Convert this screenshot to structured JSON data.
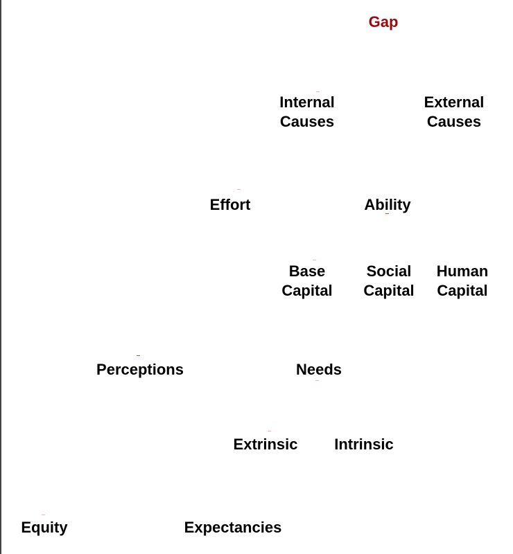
{
  "colors": {
    "root": "#9b0a0a",
    "node": "#000000",
    "marker": "#c75050"
  },
  "nodes": {
    "gap": "Gap",
    "internal_causes": [
      "Internal",
      "Causes"
    ],
    "external_causes": [
      "External",
      "Causes"
    ],
    "effort": "Effort",
    "ability": "Ability",
    "base_capital": [
      "Base",
      "Capital"
    ],
    "social_capital": [
      "Social",
      "Capital"
    ],
    "human_capital": [
      "Human",
      "Capital"
    ],
    "perceptions": "Perceptions",
    "needs": "Needs",
    "extrinsic": "Extrinsic",
    "intrinsic": "Intrinsic",
    "equity": "Equity",
    "expectancies": "Expectancies"
  }
}
